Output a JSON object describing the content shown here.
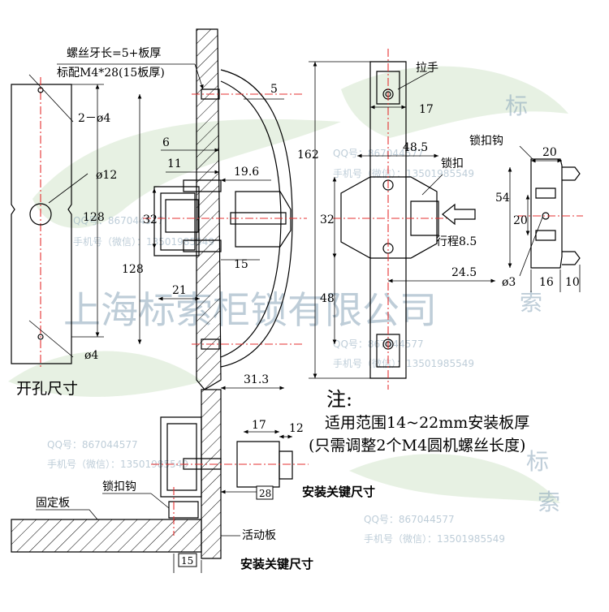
{
  "watermark": {
    "company": "上海标索柜锁有限公司",
    "brand_char_1": "标",
    "brand_char_2": "索",
    "qq": "QQ号：867044577",
    "phone": "手机号（微信）：13501985549",
    "color": "#8aa6ba",
    "leaf_color": "#b9d7b0"
  },
  "labels": {
    "screw_length": "螺丝牙长=5+板厚",
    "screw_std": "标配M4*28(15板厚)",
    "hole_2phi4": "2－ø4",
    "hole_phi12": "ø12",
    "hole_phi4": "ø4",
    "dim_128_left": "128",
    "cutout_title": "开孔尺寸",
    "dim_5": "5",
    "dim_6": "6",
    "dim_11": "11",
    "dim_19_6": "19.6",
    "dim_32_side": "32",
    "dim_15_side": "15",
    "dim_128_side": "128",
    "dim_21": "21",
    "dim_31_3": "31.3",
    "handle": "拉手",
    "dim_17_top": "17",
    "dim_48_5": "48.5",
    "latch": "锁扣",
    "dim_162": "162",
    "dim_32_front": "32",
    "stroke": "行程8.5",
    "dim_48": "48",
    "dim_24_5": "24.5",
    "hook_title": "锁扣钩",
    "dim_20_top": "20",
    "dim_54": "54",
    "dim_20_mid": "20",
    "dim_phi3": "ø3",
    "dim_16": "16",
    "dim_10": "10",
    "note_title": "注:",
    "note_line1": "适用范围14~22mm安装板厚",
    "note_line2": "(只需调整2个M4圆机螺丝长度)",
    "dim_17_bottom": "17",
    "dim_12_bottom": "12",
    "dim_28": "28",
    "key_dims_1": "安装关键尺寸",
    "fixed_plate": "固定板",
    "hook_bottom": "锁扣钩",
    "moving_plate": "活动板",
    "dim_15_bottom": "15",
    "key_dims_2": "安装关键尺寸"
  }
}
